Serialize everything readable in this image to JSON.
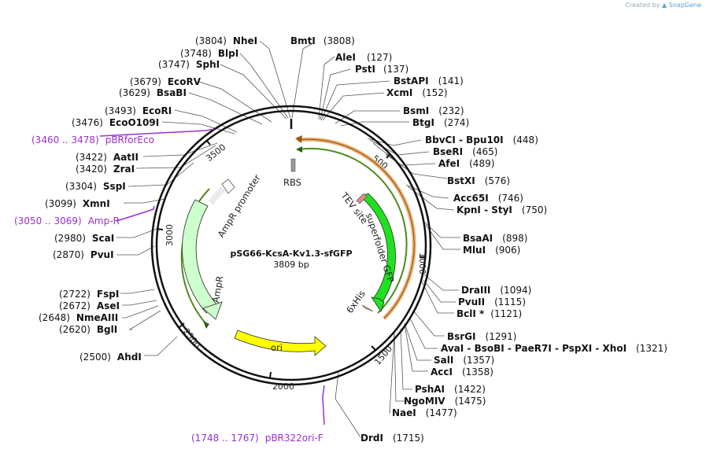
{
  "credit": {
    "prefix": "Created by",
    "brand": "SnapGene"
  },
  "map": {
    "name": "pSG66-KcsA-Kv1.3-sfGFP",
    "size_label": "3809 bp"
  },
  "ticks": [
    "500",
    "1000",
    "1500",
    "2000",
    "2500",
    "3000",
    "3500"
  ],
  "features": {
    "rbs": "RBS",
    "tev": "TEV site",
    "sfgfp": "superfolder GFP",
    "his": "6xHis",
    "ampr_promoter": "AmpR promoter",
    "ampr": "AmpR",
    "ori": "ori"
  },
  "sites": [
    {
      "id": "NheI",
      "name": "NheI",
      "pos": "(3804)"
    },
    {
      "id": "BlpI",
      "name": "BlpI",
      "pos": "(3748)"
    },
    {
      "id": "SphI",
      "name": "SphI",
      "pos": "(3747)"
    },
    {
      "id": "EcoRV",
      "name": "EcoRV",
      "pos": "(3679)"
    },
    {
      "id": "BsaBI",
      "name": "BsaBI",
      "pos": "(3629)"
    },
    {
      "id": "EcoRI",
      "name": "EcoRI",
      "pos": "(3493)"
    },
    {
      "id": "EcoO109I",
      "name": "EcoO109I",
      "pos": "(3476)"
    },
    {
      "id": "AatII",
      "name": "AatII",
      "pos": "(3422)"
    },
    {
      "id": "ZraI",
      "name": "ZraI",
      "pos": "(3420)"
    },
    {
      "id": "SspI",
      "name": "SspI",
      "pos": "(3304)"
    },
    {
      "id": "XmnI",
      "name": "XmnI",
      "pos": "(3099)"
    },
    {
      "id": "ScaI",
      "name": "ScaI",
      "pos": "(2980)"
    },
    {
      "id": "PvuI",
      "name": "PvuI",
      "pos": "(2870)"
    },
    {
      "id": "FspI",
      "name": "FspI",
      "pos": "(2722)"
    },
    {
      "id": "AseI",
      "name": "AseI",
      "pos": "(2672)"
    },
    {
      "id": "NmeAIII",
      "name": "NmeAIII",
      "pos": "(2648)"
    },
    {
      "id": "BglI",
      "name": "BglI",
      "pos": "(2620)"
    },
    {
      "id": "AhdI",
      "name": "AhdI",
      "pos": "(2500)"
    },
    {
      "id": "BmtI",
      "name": "BmtI",
      "pos": "(3808)"
    },
    {
      "id": "AleI",
      "name": "AleI",
      "pos": "(127)"
    },
    {
      "id": "PstI",
      "name": "PstI",
      "pos": "(137)"
    },
    {
      "id": "BstAPI",
      "name": "BstAPI",
      "pos": "(141)"
    },
    {
      "id": "XcmI",
      "name": "XcmI",
      "pos": "(152)"
    },
    {
      "id": "BsmI",
      "name": "BsmI",
      "pos": "(232)"
    },
    {
      "id": "BtgI",
      "name": "BtgI",
      "pos": "(274)"
    },
    {
      "id": "BbvCI",
      "name": "BbvCI  -  Bpu10I",
      "pos": "(448)"
    },
    {
      "id": "BseRI",
      "name": "BseRI",
      "pos": "(465)"
    },
    {
      "id": "AfeI",
      "name": "AfeI",
      "pos": "(489)"
    },
    {
      "id": "BstXI",
      "name": "BstXI",
      "pos": "(576)"
    },
    {
      "id": "Acc65I",
      "name": "Acc65I",
      "pos": "(746)"
    },
    {
      "id": "KpnI",
      "name": "KpnI  -  StyI",
      "pos": "(750)"
    },
    {
      "id": "BsaAI",
      "name": "BsaAI",
      "pos": "(898)"
    },
    {
      "id": "MluI",
      "name": "MluI",
      "pos": "(906)"
    },
    {
      "id": "DraIII",
      "name": "DraIII",
      "pos": "(1094)"
    },
    {
      "id": "PvuII",
      "name": "PvuII",
      "pos": "(1115)"
    },
    {
      "id": "BclI",
      "name": "BclI *",
      "pos": "(1121)"
    },
    {
      "id": "BsrGI",
      "name": "BsrGI",
      "pos": "(1291)"
    },
    {
      "id": "AvaI",
      "name": "AvaI  -  BsoBI  -  PaeR7I  -  PspXI  -  XhoI",
      "pos": "(1321)"
    },
    {
      "id": "SalI",
      "name": "SalI",
      "pos": "(1357)"
    },
    {
      "id": "AccI",
      "name": "AccI",
      "pos": "(1358)"
    },
    {
      "id": "PshAI",
      "name": "PshAI",
      "pos": "(1422)"
    },
    {
      "id": "NgoMIV",
      "name": "NgoMIV",
      "pos": "(1475)"
    },
    {
      "id": "NaeI",
      "name": "NaeI",
      "pos": "(1477)"
    },
    {
      "id": "DrdI",
      "name": "DrdI",
      "pos": "(1715)"
    }
  ],
  "primers": [
    {
      "id": "pBRforEco",
      "name": "pBRforEco",
      "range": "(3460 .. 3478)"
    },
    {
      "id": "AmpR",
      "name": "Amp-R",
      "range": "(3050 .. 3069)"
    },
    {
      "id": "pBR322ori",
      "name": "pBR322ori-F",
      "range": "(1748 .. 1767)"
    }
  ],
  "colors": {
    "backbone": "#111111",
    "sfgfp": "#1fe21f",
    "ampr": "#ccffcc",
    "ori": "#ffff00",
    "orf_orange": "#f0b070",
    "orf_green": "#4e8a1e",
    "primer": "#9b2fd0",
    "tev": "#d98a9a"
  }
}
